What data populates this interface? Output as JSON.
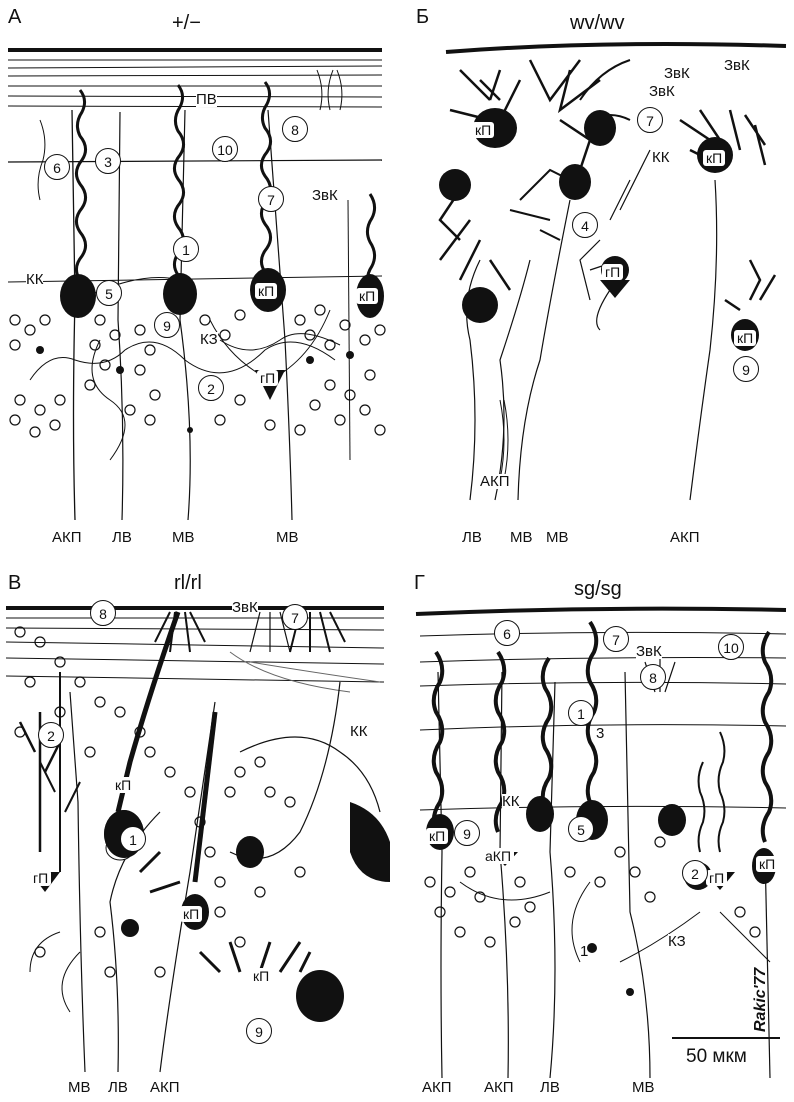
{
  "panels": [
    {
      "letter": "А",
      "genotype": "+/−",
      "labels": {
        "pv": "ПВ",
        "zvk": "ЗвК",
        "kk": "КК",
        "kp": "кП",
        "gp": "гП",
        "kz": "КЗ"
      },
      "numbers": [
        "1",
        "2",
        "3",
        "5",
        "6",
        "7",
        "8",
        "9",
        "10"
      ],
      "bottom": [
        "АКП",
        "ЛВ",
        "МВ",
        "МВ"
      ]
    },
    {
      "letter": "Б",
      "genotype": "wv/wv",
      "labels": {
        "zvk": "ЗвК",
        "kk": "КК",
        "kp": "кП",
        "gp": "гП",
        "akp": "АКП"
      },
      "numbers": [
        "4",
        "7",
        "9"
      ],
      "bottom": [
        "ЛВ",
        "МВ",
        "МВ",
        "АКП"
      ]
    },
    {
      "letter": "В",
      "genotype": "rl/rl",
      "labels": {
        "zvk": "ЗвК",
        "kk": "КК",
        "kp": "кП",
        "gp": "гП"
      },
      "numbers": [
        "1",
        "2",
        "7",
        "8",
        "9"
      ],
      "bottom": [
        "МВ",
        "ЛВ",
        "АКП"
      ]
    },
    {
      "letter": "Г",
      "genotype": "sg/sg",
      "labels": {
        "zvk": "ЗвК",
        "kk": "КК",
        "kp": "кП",
        "gp": "гП",
        "kz": "КЗ",
        "akp_small": "аКП",
        "one": "1",
        "three": "3"
      },
      "numbers": [
        "1",
        "2",
        "5",
        "6",
        "7",
        "8",
        "9",
        "10"
      ],
      "bottom": [
        "АКП",
        "АКП",
        "ЛВ",
        "МВ"
      ],
      "signature": "Rakic'77"
    }
  ],
  "scale_bar": {
    "text": "50 мкм"
  },
  "colors": {
    "ink": "#111111",
    "paper": "#ffffff",
    "grey": "#8a8a8a"
  }
}
